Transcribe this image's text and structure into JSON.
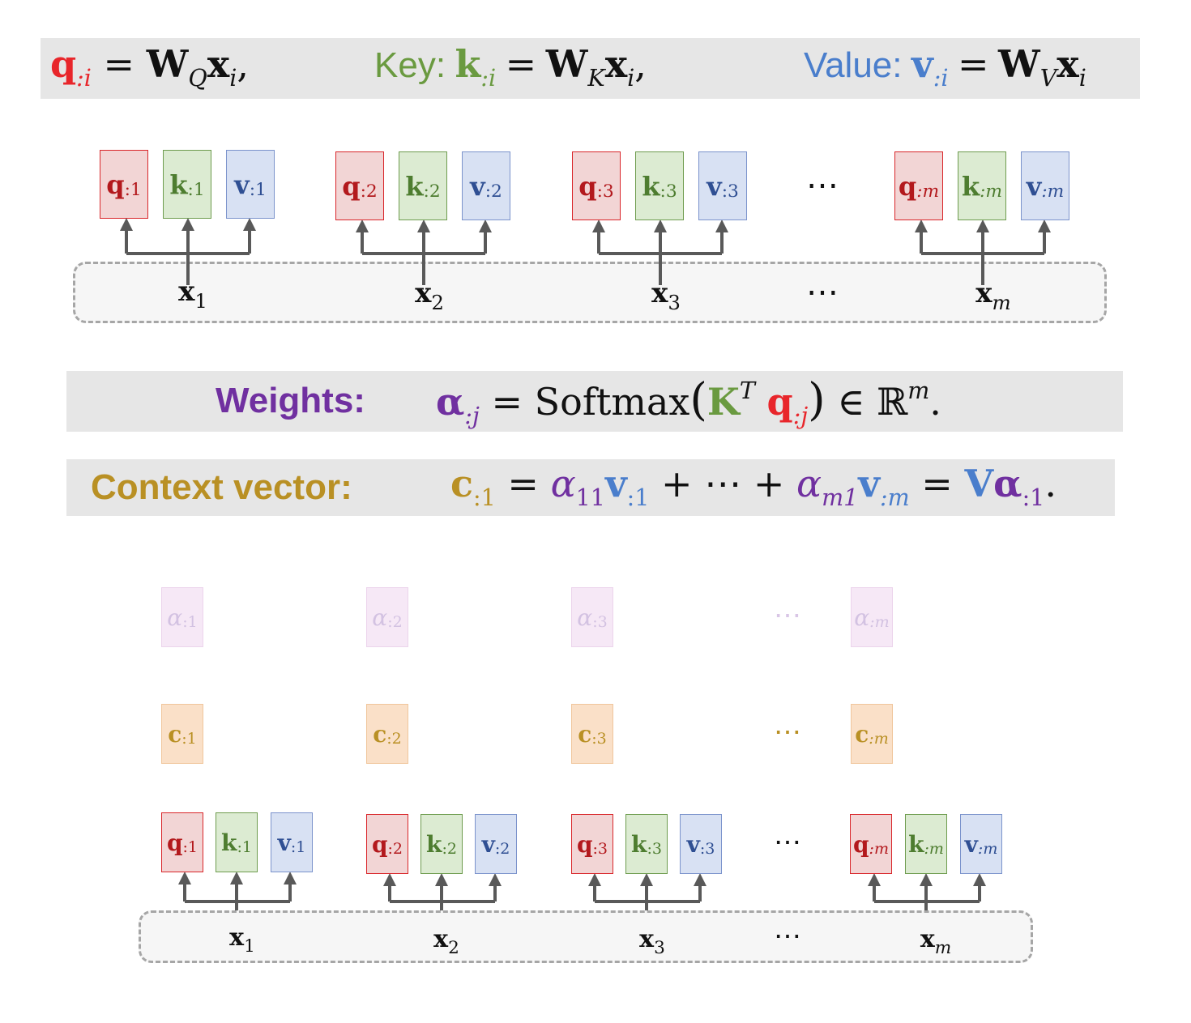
{
  "header_eq": {
    "q_sym": "q",
    "q_sub": ":i",
    "q_rhs_w": "W",
    "q_rhs_wsub": "Q",
    "q_rhs_x": "x",
    "q_rhs_xsub": "i",
    "key_label": "Key:",
    "k_sym": "k",
    "k_sub": ":i",
    "k_rhs_w": "W",
    "k_rhs_wsub": "K",
    "k_rhs_x": "x",
    "k_rhs_xsub": "i",
    "value_label": "Value:",
    "v_sym": "v",
    "v_sub": ":i",
    "v_rhs_w": "W",
    "v_rhs_wsub": "V",
    "v_rhs_x": "x",
    "v_rhs_xsub": "i",
    "equals": "=",
    "comma": ","
  },
  "top_groups": [
    {
      "q": ":1",
      "k": ":1",
      "v": ":1",
      "x_sub": "1"
    },
    {
      "q": ":2",
      "k": ":2",
      "v": ":2",
      "x_sub": "2"
    },
    {
      "q": ":3",
      "k": ":3",
      "v": ":3",
      "x_sub": "3"
    },
    {
      "q": ":m",
      "k": ":m",
      "v": ":m",
      "x_sub": "m"
    }
  ],
  "weights_eq": {
    "label": "Weights:",
    "alpha": "α",
    "alpha_sub": ":j",
    "equals": "=",
    "softmax": "Softmax",
    "K": "K",
    "T": "T",
    "q": "q",
    "q_sub": ":j",
    "in_set": "∈ ℝ",
    "sup_m": "m",
    "period": "."
  },
  "context_eq": {
    "label": "Context vector:",
    "c": "c",
    "c_sub": ":1",
    "equals": "=",
    "a11": "α",
    "a11_sub": "11",
    "v1": "v",
    "v1_sub": ":1",
    "plus_dots": "+ ⋯ +",
    "am1": "α",
    "am1_sub": "m1",
    "vm": "v",
    "vm_sub": ":m",
    "equals2": "=",
    "V": "V",
    "alpha": "α",
    "alpha_sub": ":1",
    "period": "."
  },
  "bottom_alphas": [
    ":1",
    ":2",
    ":3",
    ":m"
  ],
  "bottom_contexts": [
    ":1",
    ":2",
    ":3",
    ":m"
  ],
  "bottom_groups": [
    {
      "q": ":1",
      "k": ":1",
      "v": ":1",
      "x_sub": "1"
    },
    {
      "q": ":2",
      "k": ":2",
      "v": ":2",
      "x_sub": "2"
    },
    {
      "q": ":3",
      "k": ":3",
      "v": ":3",
      "x_sub": "3"
    },
    {
      "q": ":m",
      "k": ":m",
      "v": ":m",
      "x_sub": "m"
    }
  ],
  "symbols": {
    "q": "q",
    "k": "k",
    "v": "v",
    "x": "x",
    "alpha": "α",
    "c": "c",
    "ellipsis": "⋯"
  },
  "colors": {
    "query": "#e8262b",
    "key": "#6a9a40",
    "value": "#4a7ecc",
    "weights": "#7030a0",
    "context": "#b99024",
    "band": "#e6e6e6",
    "connector": "#595959"
  }
}
